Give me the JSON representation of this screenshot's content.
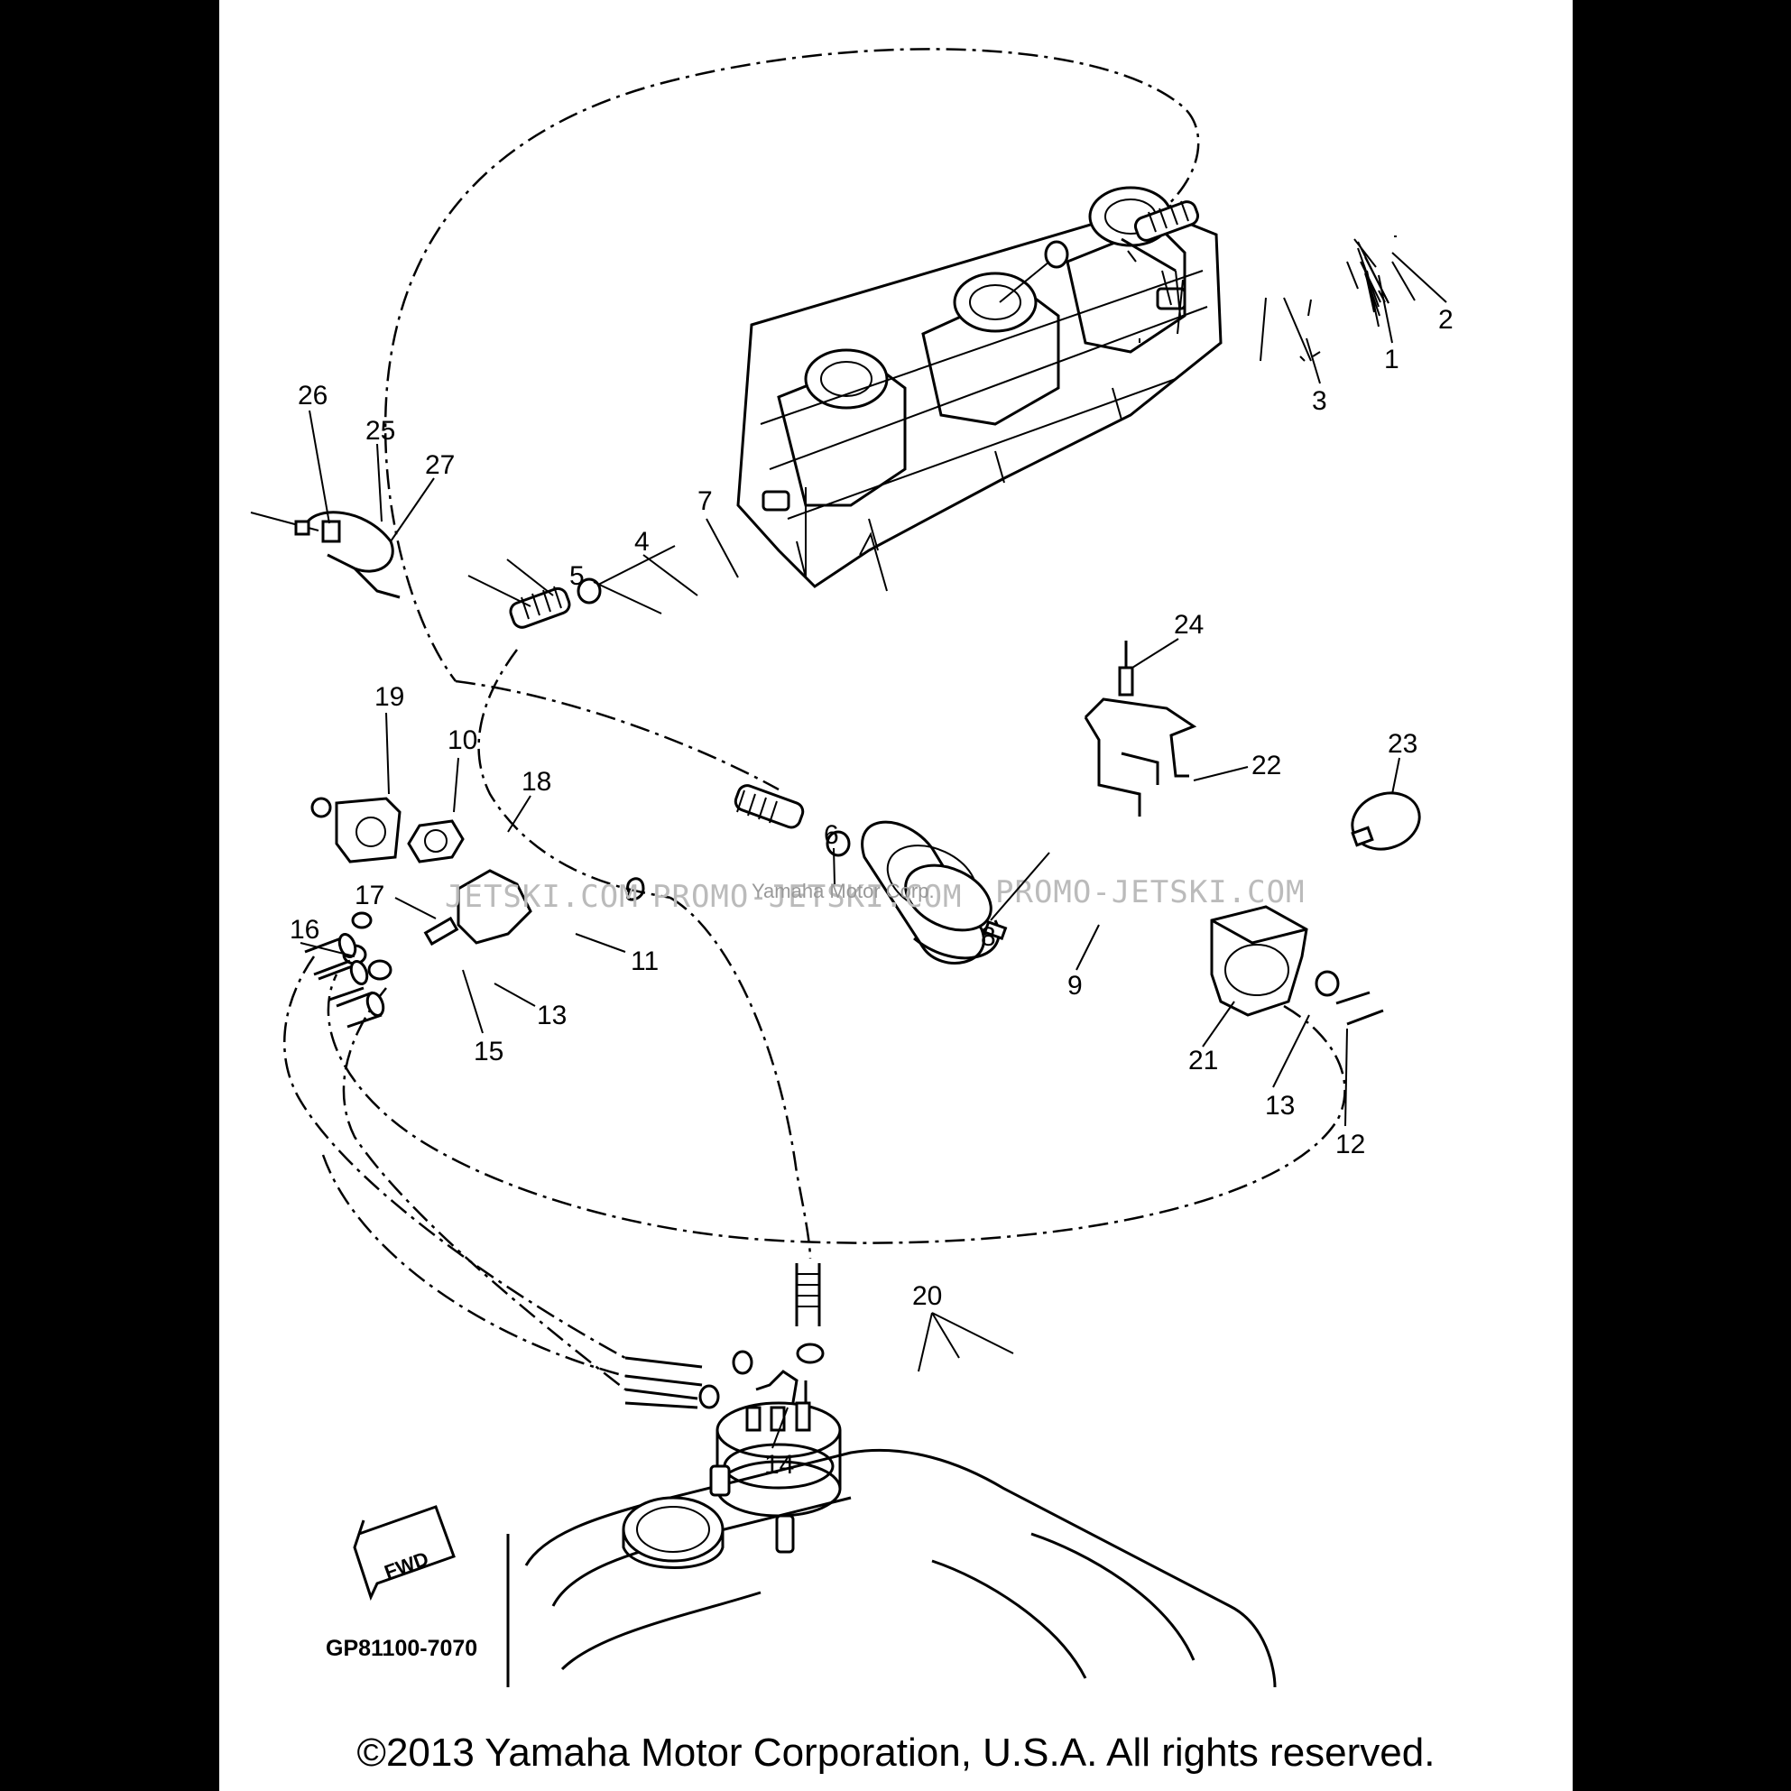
{
  "diagram": {
    "part_code": "GP81100-7070",
    "fwd_label": "FWD",
    "copyright": "©2013 Yamaha Motor Corporation, U.S.A. All rights reserved.",
    "watermarks": [
      "JETSKI.COM",
      "PROMO-JETSKI.COM",
      "PROMO-JETSKI.COM"
    ],
    "watermark_small": "Yamaha Motor Corp.",
    "callouts": [
      "1",
      "2",
      "3",
      "4",
      "5",
      "6",
      "7",
      "8",
      "9",
      "10",
      "11",
      "12",
      "13",
      "13",
      "14",
      "15",
      "16",
      "17",
      "18",
      "19",
      "20",
      "21",
      "22",
      "23",
      "24",
      "25",
      "26",
      "27"
    ]
  }
}
